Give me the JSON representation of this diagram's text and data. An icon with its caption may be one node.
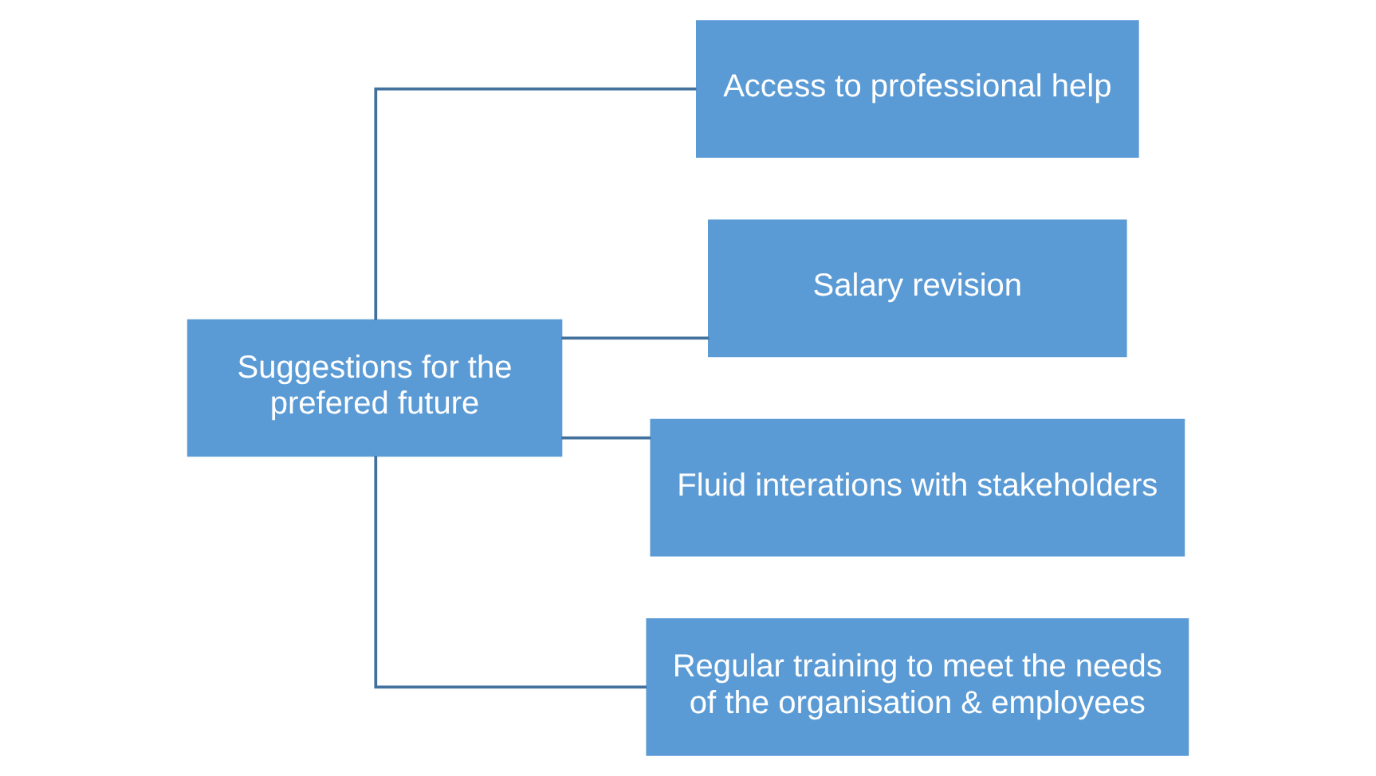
{
  "diagram": {
    "nodes": [
      {
        "text": [
          "Suggestions for the prefered future"
        ]
      },
      {
        "text": [
          "Access to professional help"
        ]
      },
      {
        "text": [
          "Salary revision"
        ]
      },
      {
        "text": [
          "Fluid interations with stakeholders"
        ]
      },
      {
        "text": [
          "Regular training to meet the needs of the organisation & employees"
        ]
      }
    ],
    "edges": [
      {
        "from": 0,
        "to": 1,
        "arrow": "none"
      },
      {
        "from": 0,
        "to": 2,
        "arrow": "none"
      },
      {
        "from": 0,
        "to": 3,
        "arrow": "none"
      },
      {
        "from": 0,
        "to": 4,
        "arrow": "none"
      }
    ]
  }
}
